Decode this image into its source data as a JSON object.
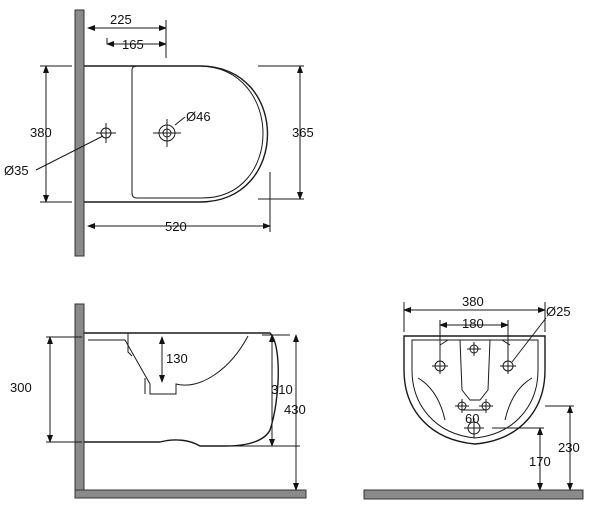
{
  "top_view": {
    "dim_225": "225",
    "dim_165": "165",
    "dim_380": "380",
    "dim_365": "365",
    "dim_520": "520",
    "dia_46": "Ø46",
    "dia_35": "Ø35"
  },
  "side_view": {
    "dim_300": "300",
    "dim_130": "130",
    "dim_310": "310",
    "dim_430": "430"
  },
  "front_view": {
    "dim_380": "380",
    "dim_180": "180",
    "dia_25": "Ø25",
    "dim_60": "60",
    "dim_170": "170",
    "dim_230": "230"
  }
}
